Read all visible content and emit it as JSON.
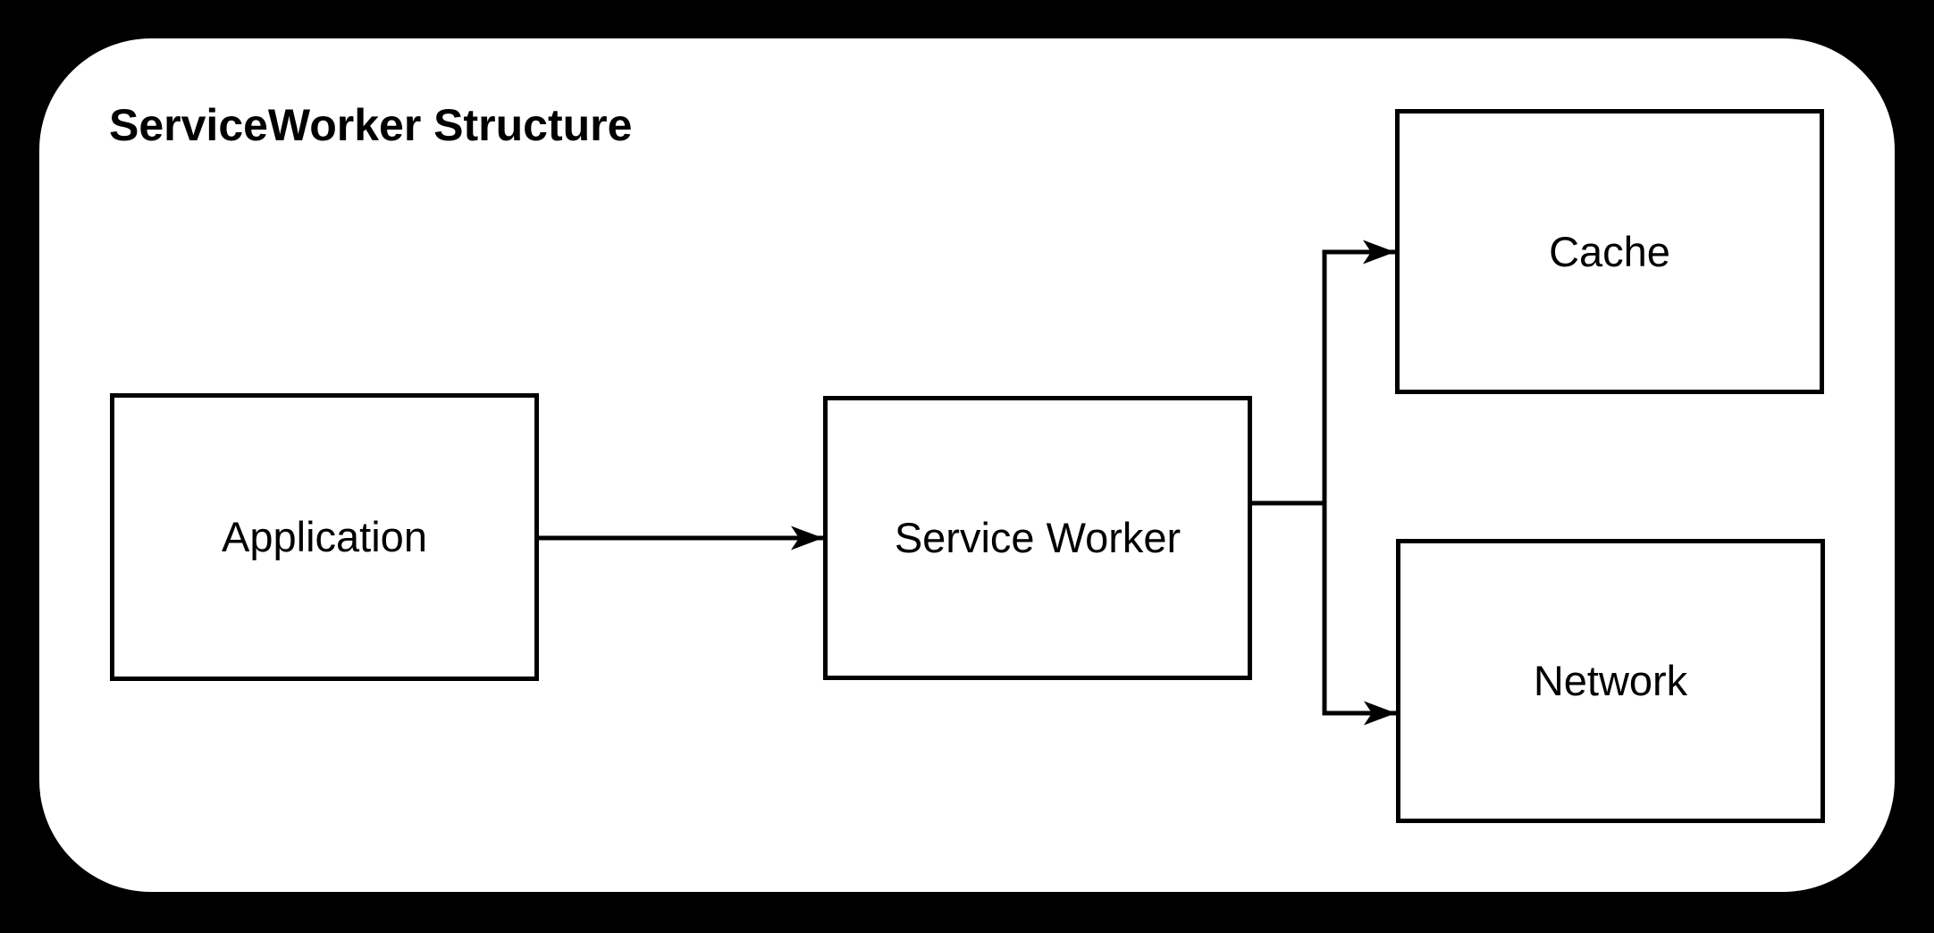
{
  "title": "ServiceWorker Structure",
  "diagram": {
    "type": "flowchart",
    "nodes": [
      {
        "id": "application",
        "label": "Application"
      },
      {
        "id": "service-worker",
        "label": "Service Worker"
      },
      {
        "id": "cache",
        "label": "Cache"
      },
      {
        "id": "network",
        "label": "Network"
      }
    ],
    "edges": [
      {
        "from": "application",
        "to": "service-worker",
        "arrow": "end"
      },
      {
        "from": "service-worker",
        "to": "cache",
        "arrow": "end"
      },
      {
        "from": "service-worker",
        "to": "network",
        "arrow": "end"
      }
    ]
  },
  "colors": {
    "background": "#000000",
    "surface": "#ffffff",
    "stroke": "#000000",
    "text": "#000000"
  }
}
